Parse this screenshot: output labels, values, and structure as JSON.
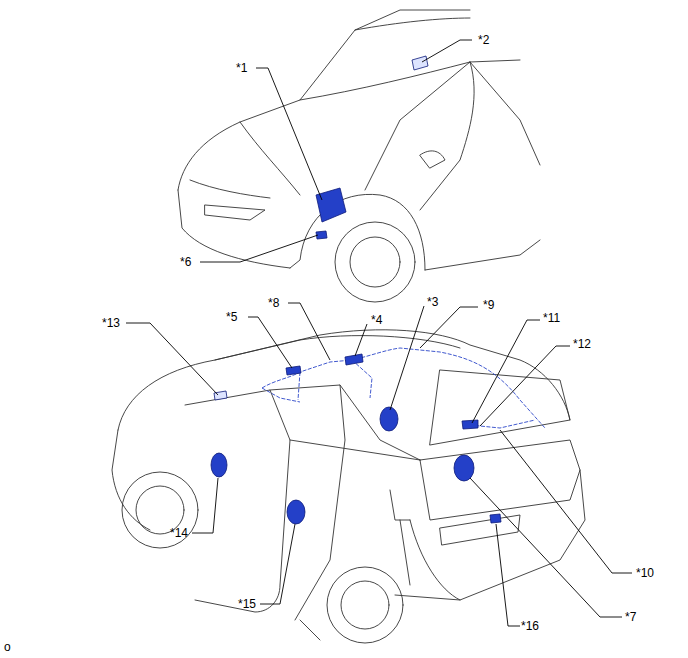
{
  "diagram": {
    "labels": [
      "*1",
      "*2",
      "*6",
      "*13",
      "*5",
      "*8",
      "*4",
      "*3",
      "*9",
      "*11",
      "*12",
      "*14",
      "*15",
      "*10",
      "*7",
      "*16",
      "o"
    ]
  }
}
